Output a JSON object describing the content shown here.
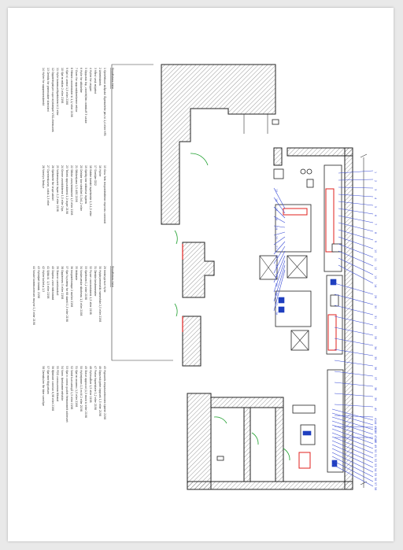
{
  "legend_left": {
    "title": "Shipfishas liste",
    "items": [
      "1  Kjelefrikaal skåpstol lågemsfelte jølv kl.1,4 eller HFB",
      "2  Arbeidsbenk",
      "3  Hånd vask m/grind",
      "4  Hyller for vegger",
      "5  Oppvask lkp, vannfri/lim varmbuff 3 vaske",
      "6  Hylle for stikkelier",
      "7  Oven for oppvaskbenkerne reklar",
      "8  Mimen vannresister kl.1,1/ eller 2198",
      "9  Kjøl n/ unmal 1,5 eller 2198",
      "10 Kjøl m mikro 2 eller 2198",
      "11 Hylle kommuniltgebiolem kl.2 eller",
      "12 Oppleringsbyre cupa m/stampel VSG-chemunek",
      "13 Dreidis for grønnsaker standard",
      "14 Hyller for oppprosessbenkt"
    ]
  },
  "legend_mid": {
    "items": [
      "15 Grav ferk inngastimiterar mynnes vannradi",
      "16 Hyller",
      "17 Slankjer DD2",
      "18 Kobbe kombi lagerbenke 1,5-1,5 eller",
      "19 Kjølilig bar stikkelse lagerm",
      "20 Drinker bar stebillet 1,5x1,2 eller",
      "21 Stikkerjuma 1,5 ABS 2198",
      "22 Stikke vann/remmelet 1,5 eller 2198",
      "23 Tallerk oppvaskbenk 1,0 lager 2198",
      "24 Grane vannbilderne 1,5 eller 2lgs",
      "25 Valkemavent lagen 1,5 eller 2198",
      "26 Kjølikarte fbr lavpruskkel",
      "27 Dyrelerskurse, vakis 1,5 eller",
      "28 Vannlys Beskyr"
    ]
  },
  "legend_right": {
    "title": "Shipfishas liste",
    "items": [
      "29 Innbrygrave Hylle",
      "30 Hylpbyrenmatik nommfabr 2,5 eller 2198",
      "31 Dimble bestemmeler",
      "32 Fryser vannradsbenk 1,5 eller 2198",
      "33 Kjølihalm 1,2 eller 2198",
      "34 Vaskevæske sibotmas 1,5 eller 2198",
      "35 Iridbøde",
      "36 Inngrøntrampe 2 meller 2198",
      "37 Kjøl fuyslemp for 68 skøntl 1,5 eller 2198",
      "38 Opplannes 5 eller 2198",
      "39 Stanne vannkarzkoll",
      "40 Dopess vann mtklammt",
      "41 Sjlikk kl. 1,5 eller 2198",
      "42 Hyller kollet p.1,5",
      "43 Hyllerjørt kmmb. 2198",
      "44 Vassle kommunensen mayne 1,3 eller 2198"
    ]
  },
  "legend_far": {
    "items": [
      "45 Hypsonis innpasserinnsten kjølrer 2198",
      "46 Oppvask/grim lappsek 1,5 eller 2198",
      "47 Parlar foperiskele 1,2 eller 2198",
      "48 Hyllessåker 1,5 eller 2198",
      "49 Stave opplavoi (1,5 mold kl eller 2198",
      "50 Hyllerjamm 1,5 m til 2 eller 2198",
      "51 Kjøl m anarenv 1,5 eller 2198",
      "52 Seidt kurvsrengå 1,5 eller 2198",
      "53 Kjøl n vannsl gudlet fremanmelt odlervert",
      "54 Vann. tjenkomer mhalde",
      "55 PDD vannovernm tilkmat",
      "56 Bjimlare vannlon 6,98 eller 2198",
      "57 Kjøl mer tilgjvetsen",
      "58 Damsbulen fbr bbrr vannlige"
    ]
  },
  "tags_top": [
    "1",
    "2",
    "3",
    "4",
    "5",
    "6",
    "7",
    "8",
    "9",
    "10",
    "11",
    "12",
    "13",
    "14",
    "15",
    "16",
    "17",
    "18",
    "19",
    "20",
    "21",
    "22",
    "23",
    "24",
    "25",
    "26",
    "27",
    "28"
  ],
  "tags_mid": [
    "29",
    "30",
    "31",
    "32",
    "33",
    "34",
    "35",
    "36",
    "37",
    "38",
    "39",
    "40",
    "41",
    "42",
    "43"
  ],
  "tags_bottom": [
    "44",
    "45",
    "46",
    "47",
    "48",
    "49",
    "50",
    "51",
    "52",
    "53",
    "54",
    "55",
    "56",
    "57",
    "58"
  ],
  "colors": {
    "wall": "#222222",
    "equipment_red": "#e0201e",
    "equipment_blue": "#1f3fbf",
    "leader": "#3a4cd6",
    "door": "#1a9e2a"
  }
}
